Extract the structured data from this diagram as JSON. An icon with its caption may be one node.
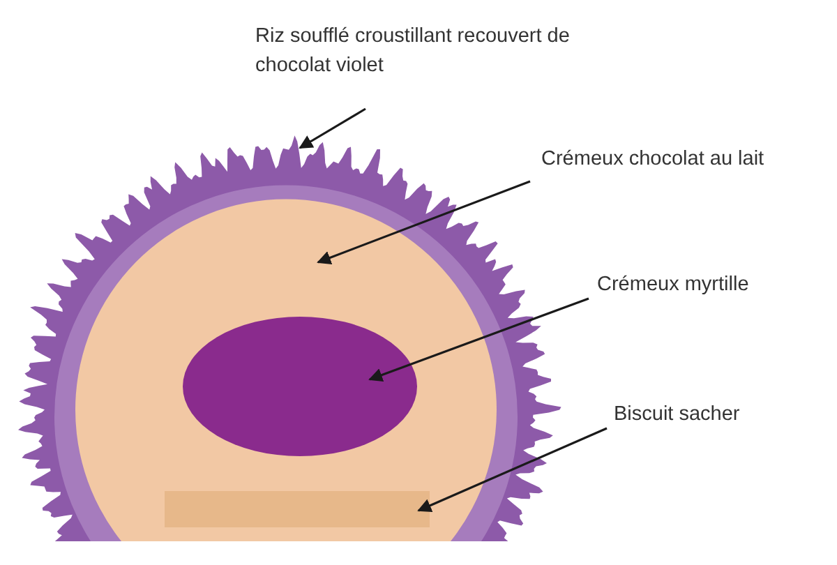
{
  "diagram": {
    "nodes": [
      {
        "text": [
          "Riz soufflé croustillant recouvert de chocolat violet"
        ]
      },
      {
        "text": [
          "Crémeux chocolat au lait"
        ]
      },
      {
        "text": [
          "Crémeux myrtille"
        ]
      },
      {
        "text": [
          "Biscuit sacher"
        ]
      },
      {
        "text": [],
        "shape": "picture"
      },
      {
        "text": [],
        "shape": "circle",
        "in": 4
      },
      {
        "text": [],
        "shape": "ellipse",
        "in": 5
      },
      {
        "text": [],
        "shape": "bar",
        "in": 5
      }
    ],
    "edges": [
      {
        "from": 0,
        "to": 4,
        "arrow": "to"
      },
      {
        "from": 1,
        "to": 5,
        "arrow": "to"
      },
      {
        "from": 2,
        "to": 6,
        "arrow": "to"
      },
      {
        "from": 3,
        "to": 7,
        "arrow": "to"
      }
    ]
  }
}
